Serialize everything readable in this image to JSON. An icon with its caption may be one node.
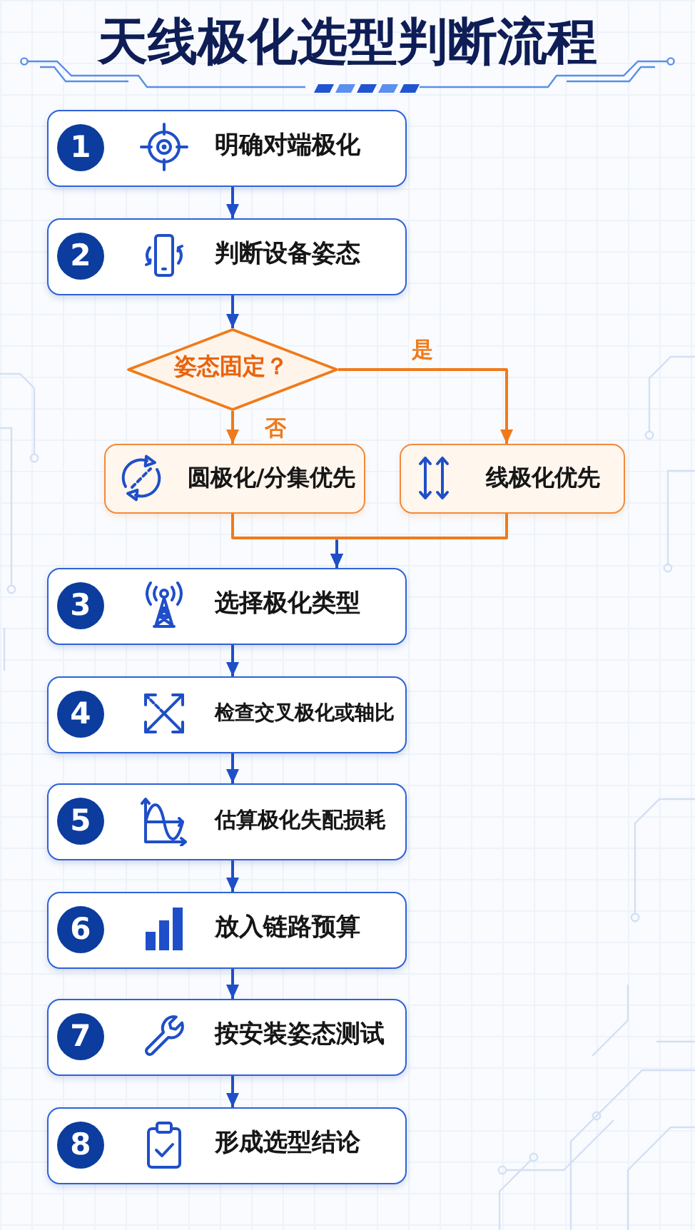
{
  "diagram": {
    "title": "天线极化选型判断流程",
    "nodes": [
      {
        "text": [
          "1",
          "明确对端极化"
        ]
      },
      {
        "text": [
          "2",
          "判断设备姿态"
        ]
      },
      {
        "text": [
          "姿态固定？"
        ]
      },
      {
        "text": [
          "圆极化/分集优先"
        ]
      },
      {
        "text": [
          "线极化优先"
        ]
      },
      {
        "text": [
          "3",
          "选择极化类型"
        ]
      },
      {
        "text": [
          "4",
          "检查交叉极化或轴比"
        ]
      },
      {
        "text": [
          "5",
          "估算极化失配损耗"
        ]
      },
      {
        "text": [
          "6",
          "放入链路预算"
        ]
      },
      {
        "text": [
          "7",
          "按安装姿态测试"
        ]
      },
      {
        "text": [
          "8",
          "形成选型结论"
        ]
      }
    ],
    "edges": [
      {
        "from": 0,
        "to": 1,
        "arrow": "to"
      },
      {
        "from": 1,
        "to": 2,
        "arrow": "to"
      },
      {
        "from": 2,
        "to": 4,
        "arrow": "to",
        "label": "是",
        "color": "#f07a1a"
      },
      {
        "from": 2,
        "to": 3,
        "arrow": "to",
        "label": "否",
        "color": "#f07a1a"
      },
      {
        "from": 3,
        "to": 5,
        "arrow": "to",
        "color": "#f07a1a"
      },
      {
        "from": 4,
        "to": 5,
        "arrow": "to",
        "color": "#f07a1a"
      },
      {
        "from": 5,
        "to": 6,
        "arrow": "to"
      },
      {
        "from": 6,
        "to": 7,
        "arrow": "to"
      },
      {
        "from": 7,
        "to": 8,
        "arrow": "to"
      },
      {
        "from": 8,
        "to": 9,
        "arrow": "to"
      },
      {
        "from": 9,
        "to": 10,
        "arrow": "to"
      }
    ]
  }
}
